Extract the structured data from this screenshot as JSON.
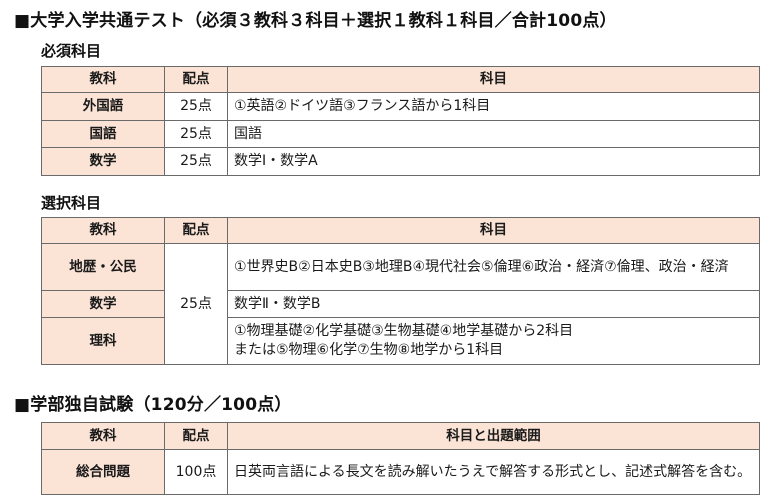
{
  "sections": {
    "common_test": {
      "title": "■大学入学共通テスト（必須３教科３科目＋選択１教科１科目／合計100点）",
      "required": {
        "heading": "必須科目",
        "headers": [
          "教科",
          "配点",
          "科目"
        ],
        "rows": [
          {
            "subject": "外国語",
            "points": "25点",
            "detail": "①英語②ドイツ語③フランス語から1科目"
          },
          {
            "subject": "国語",
            "points": "25点",
            "detail": "国語"
          },
          {
            "subject": "数学",
            "points": "25点",
            "detail": "数学Ⅰ・数学A"
          }
        ]
      },
      "elective": {
        "heading": "選択科目",
        "headers": [
          "教科",
          "配点",
          "科目"
        ],
        "shared_points": "25点",
        "rows": [
          {
            "subject": "地歴・公民",
            "detail": "①世界史B②日本史B③地理B④現代社会⑤倫理⑥政治・経済⑦倫理、政治・経済"
          },
          {
            "subject": "数学",
            "detail": "数学Ⅱ・数学B"
          },
          {
            "subject": "理科",
            "detail_line1": "①物理基礎②化学基礎③生物基礎④地学基礎から2科目",
            "detail_line2": "または⑤物理⑥化学⑦生物⑧地学から1科目"
          }
        ]
      }
    },
    "faculty_exam": {
      "title": "■学部独自試験（120分／100点）",
      "headers": [
        "教科",
        "配点",
        "科目と出題範囲"
      ],
      "rows": [
        {
          "subject": "総合問題",
          "points": "100点",
          "detail": "日英両言語による長文を読み解いたうえで解答する形式とし、記述式解答を含む。"
        }
      ]
    }
  },
  "colors": {
    "header_bg": "#fbe4d6",
    "border": "#6a6a6a",
    "text": "#1a1a1a"
  }
}
